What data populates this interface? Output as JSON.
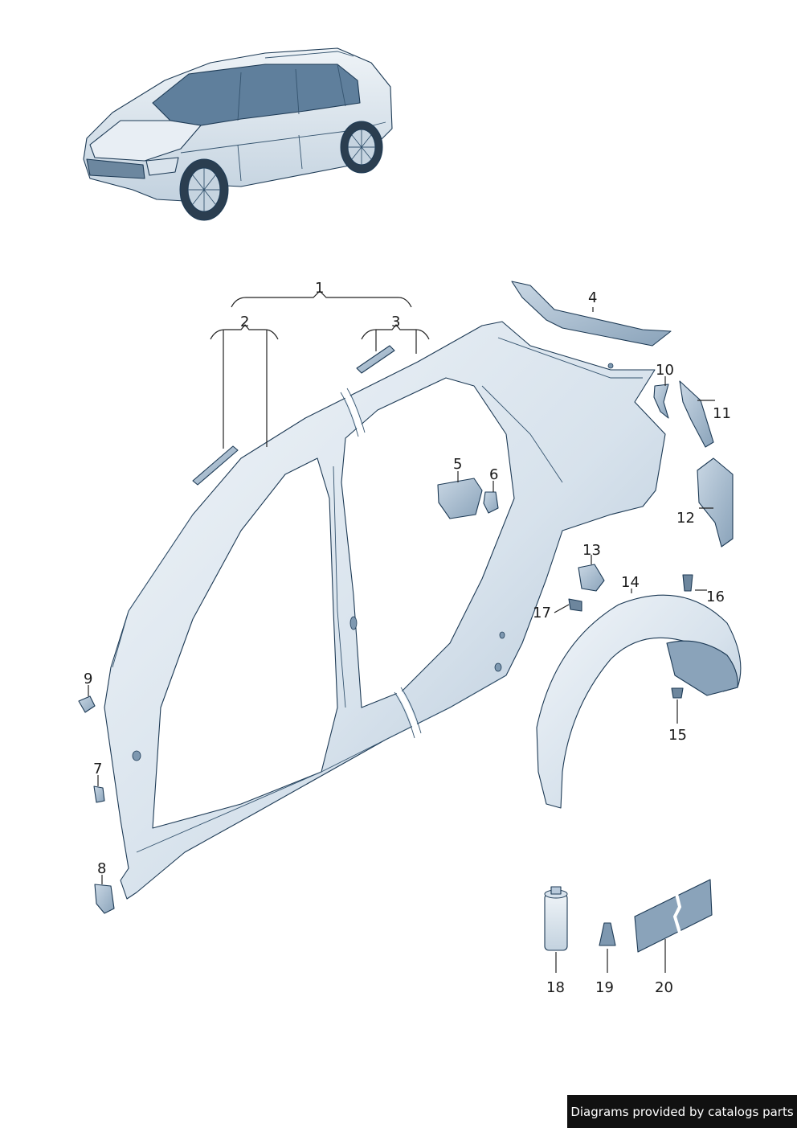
{
  "callouts": [
    {
      "id": "1",
      "label": "1"
    },
    {
      "id": "2",
      "label": "2"
    },
    {
      "id": "3",
      "label": "3"
    },
    {
      "id": "4",
      "label": "4"
    },
    {
      "id": "5",
      "label": "5"
    },
    {
      "id": "6",
      "label": "6"
    },
    {
      "id": "7",
      "label": "7"
    },
    {
      "id": "8",
      "label": "8"
    },
    {
      "id": "9",
      "label": "9"
    },
    {
      "id": "10",
      "label": "10"
    },
    {
      "id": "11",
      "label": "11"
    },
    {
      "id": "12",
      "label": "12"
    },
    {
      "id": "13",
      "label": "13"
    },
    {
      "id": "14",
      "label": "14"
    },
    {
      "id": "15",
      "label": "15"
    },
    {
      "id": "16",
      "label": "16"
    },
    {
      "id": "17",
      "label": "17"
    },
    {
      "id": "18",
      "label": "18"
    },
    {
      "id": "19",
      "label": "19"
    },
    {
      "id": "20",
      "label": "20"
    }
  ],
  "credit": {
    "text": "Diagrams provided by catalogs parts"
  },
  "colors": {
    "part_fill": "#dfe8f1",
    "part_shade": "#b9cadb",
    "outline": "#1d3a55",
    "badge": "#111111"
  }
}
